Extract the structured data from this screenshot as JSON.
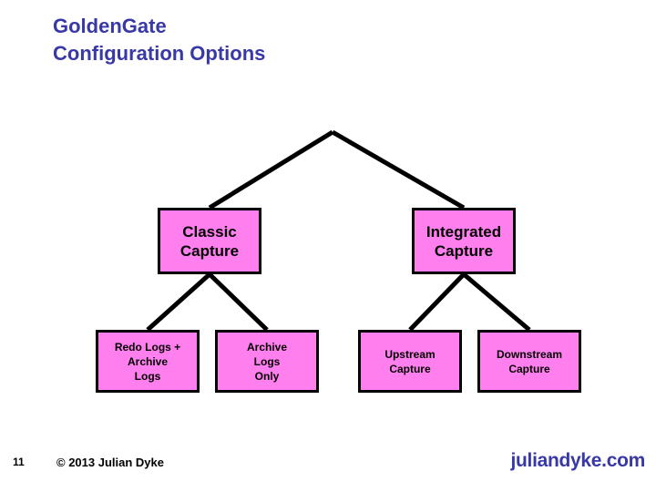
{
  "slide": {
    "title_line_1": "GoldenGate",
    "title_line_2": "Configuration Options",
    "title_color": "#3838a6",
    "background_color": "#ffffff"
  },
  "diagram": {
    "type": "tree",
    "node_fill_color": "#ff7fee",
    "node_border_color": "#000000",
    "connector_color": "#000000",
    "root_label": "",
    "nodes": [
      {
        "id": "classic-capture",
        "label": "Classic\nCapture",
        "level": 1
      },
      {
        "id": "integrated-capture",
        "label": "Integrated\nCapture",
        "level": 1
      },
      {
        "id": "redo-archive-logs",
        "label": "Redo Logs +\nArchive\nLogs",
        "level": 2,
        "parent": "classic-capture"
      },
      {
        "id": "archive-logs-only",
        "label": "Archive\nLogs\nOnly",
        "level": 2,
        "parent": "classic-capture"
      },
      {
        "id": "upstream-capture",
        "label": "Upstream\nCapture",
        "level": 2,
        "parent": "integrated-capture"
      },
      {
        "id": "downstream-capture",
        "label": "Downstream\nCapture",
        "level": 2,
        "parent": "integrated-capture"
      }
    ]
  },
  "footer": {
    "page_number": "11",
    "copyright": "© 2013 Julian Dyke",
    "site": "juliandyke.com",
    "site_color": "#3838a6"
  }
}
